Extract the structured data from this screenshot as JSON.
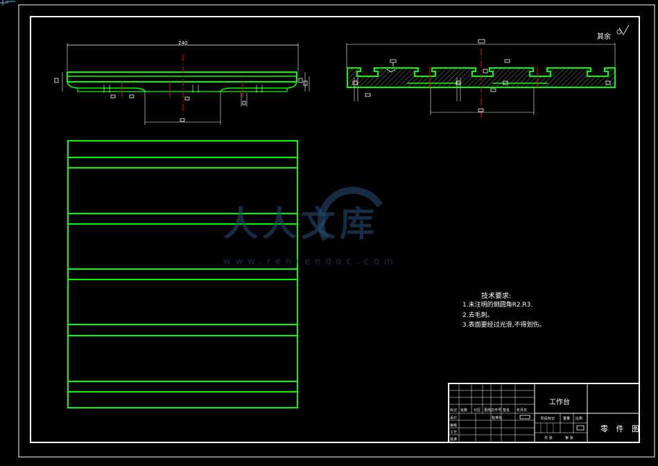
{
  "drawing": {
    "dimension_overall": "240",
    "roughness_note": "其余",
    "technical_requirements": {
      "title": "技术要求:",
      "items": [
        "1.未注明的倒圆角R2.R3.",
        "2.去毛刺。",
        "3.表面要经过光滑,不得划伤。"
      ]
    }
  },
  "title_block": {
    "part_name": "工作台",
    "drawing_type": "零 件 图",
    "cells": [
      "标记",
      "处数",
      "分区",
      "更改文件号",
      "签名",
      "年月日",
      "设计",
      "标准化",
      "阶段标记",
      "重量",
      "比例",
      "审核",
      "工艺",
      "批准",
      "共 张",
      "第 张"
    ]
  },
  "watermark": {
    "text": "人人文库",
    "url": "www.renrendoc.com"
  },
  "colors": {
    "background": "#000000",
    "outline": "#ffffff",
    "part": "#00ff00",
    "centerline": "#ff0000",
    "watermark": "#2a5a86"
  }
}
